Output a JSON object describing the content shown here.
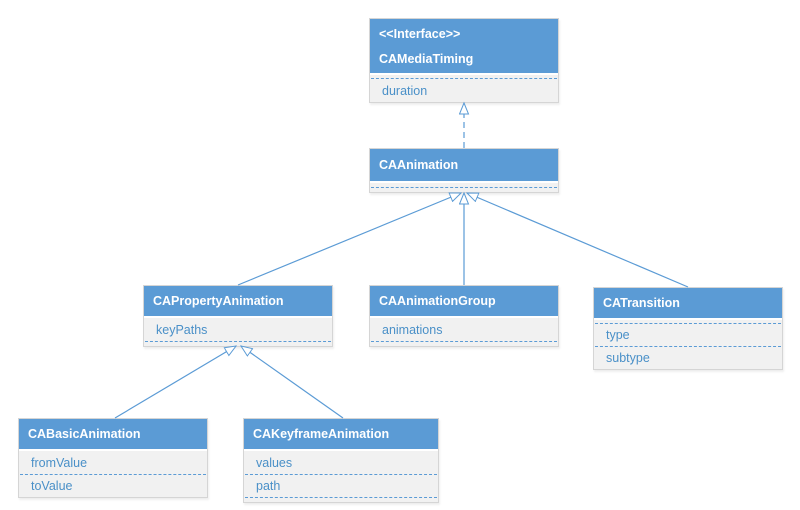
{
  "colors": {
    "header_bg": "#5b9bd5",
    "header_text": "#ffffff",
    "attr_bg": "#f1f1f1",
    "attr_text": "#4a90c8",
    "line": "#5b9bd5",
    "box_border": "#d5d5d5",
    "canvas_bg": "#ffffff"
  },
  "classes": [
    {
      "stereotype": "<<Interface>>",
      "name": "CAMediaTiming",
      "attributes": [
        "duration"
      ]
    },
    {
      "name": "CAAnimation",
      "attributes": []
    },
    {
      "name": "CAPropertyAnimation",
      "attributes": [
        "keyPaths"
      ]
    },
    {
      "name": "CAAnimationGroup",
      "attributes": [
        "animations"
      ]
    },
    {
      "name": "CATransition",
      "attributes": [
        "type",
        "subtype"
      ]
    },
    {
      "name": "CABasicAnimation",
      "attributes": [
        "fromValue",
        "toValue"
      ]
    },
    {
      "name": "CAKeyframeAnimation",
      "attributes": [
        "values",
        "path"
      ]
    }
  ],
  "relationships": [
    {
      "from": "CAAnimation",
      "to": "CAMediaTiming",
      "type": "realization",
      "line": "dashed",
      "arrowhead": "hollow-triangle"
    },
    {
      "from": "CAPropertyAnimation",
      "to": "CAAnimation",
      "type": "generalization",
      "line": "solid",
      "arrowhead": "hollow-triangle"
    },
    {
      "from": "CAAnimationGroup",
      "to": "CAAnimation",
      "type": "generalization",
      "line": "solid",
      "arrowhead": "hollow-triangle"
    },
    {
      "from": "CATransition",
      "to": "CAAnimation",
      "type": "generalization",
      "line": "solid",
      "arrowhead": "hollow-triangle"
    },
    {
      "from": "CABasicAnimation",
      "to": "CAPropertyAnimation",
      "type": "generalization",
      "line": "solid",
      "arrowhead": "hollow-triangle"
    },
    {
      "from": "CAKeyframeAnimation",
      "to": "CAPropertyAnimation",
      "type": "generalization",
      "line": "solid",
      "arrowhead": "hollow-triangle"
    }
  ]
}
